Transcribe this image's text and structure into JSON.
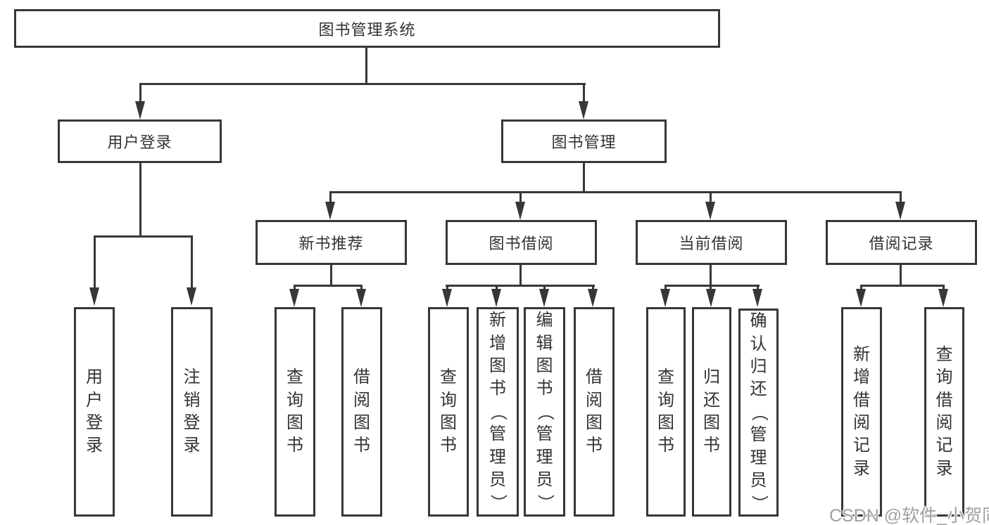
{
  "colors": {
    "line": "#373737",
    "text": "#333333",
    "box_background": "#ffffff",
    "watermark": "#a0a0a0"
  },
  "watermark": {
    "text": "CSDN @软件_小贺同学"
  },
  "diagram": {
    "type": "tree",
    "root": {
      "label": "图书管理系统"
    },
    "level2": [
      {
        "label": "用户登录"
      },
      {
        "label": "图书管理"
      }
    ],
    "level3": [
      {
        "label": "新书推荐",
        "parent": "图书管理"
      },
      {
        "label": "图书借阅",
        "parent": "图书管理"
      },
      {
        "label": "当前借阅",
        "parent": "图书管理"
      },
      {
        "label": "借阅记录",
        "parent": "图书管理"
      }
    ],
    "leaf_groups": [
      {
        "parent": "用户登录",
        "items": [
          "用户登录",
          "注销登录"
        ]
      },
      {
        "parent": "新书推荐",
        "items": [
          "查询图书",
          "借阅图书"
        ]
      },
      {
        "parent": "图书借阅",
        "items": [
          "查询图书",
          "新增图书（管理员）",
          "编辑图书（管理员）",
          "借阅图书"
        ]
      },
      {
        "parent": "当前借阅",
        "items": [
          "查询图书",
          "归还图书",
          "确认归还（管理员）"
        ]
      },
      {
        "parent": "借阅记录",
        "items": [
          "新增借阅记录",
          "查询借阅记录"
        ]
      }
    ]
  }
}
